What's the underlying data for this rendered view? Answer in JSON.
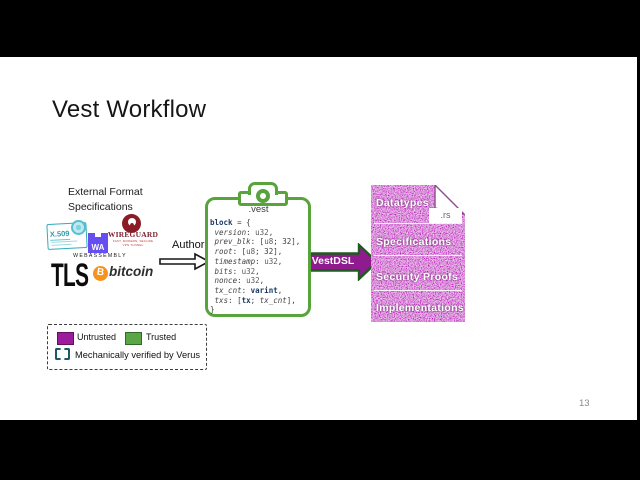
{
  "slide": {
    "title": "Vest Workflow",
    "page_number": "13"
  },
  "external_specs": {
    "label_line1": "External Format",
    "label_line2": "Specifications",
    "x509_label": "X.509",
    "wireguard_label": "WIREGUARD",
    "wireguard_tagline": "FAST, MODERN, SECURE VPN TUNNEL",
    "wa_label": "WA",
    "webassembly_label": "WEBASSEMBLY",
    "tls_label": "TLS",
    "bitcoin_symbol": "B",
    "bitcoin_label": "bitcoin"
  },
  "author_arrow": {
    "label": "Author"
  },
  "vest_file": {
    "filename": ".vest",
    "code": [
      [
        [
          "k",
          "block"
        ],
        [
          "p",
          " = {"
        ]
      ],
      [
        [
          "p",
          " "
        ],
        [
          "f",
          "version"
        ],
        [
          "p",
          ": "
        ],
        [
          "t",
          "u32"
        ],
        [
          "p",
          ","
        ]
      ],
      [
        [
          "p",
          " "
        ],
        [
          "f",
          "prev_blk"
        ],
        [
          "p",
          ": ["
        ],
        [
          "t",
          "u8"
        ],
        [
          "p",
          "; 32],"
        ]
      ],
      [
        [
          "p",
          " "
        ],
        [
          "f",
          "root"
        ],
        [
          "p",
          ": ["
        ],
        [
          "t",
          "u8"
        ],
        [
          "p",
          "; 32],"
        ]
      ],
      [
        [
          "p",
          " "
        ],
        [
          "f",
          "timestamp"
        ],
        [
          "p",
          ": "
        ],
        [
          "t",
          "u32"
        ],
        [
          "p",
          ","
        ]
      ],
      [
        [
          "p",
          " "
        ],
        [
          "f",
          "bits"
        ],
        [
          "p",
          ": "
        ],
        [
          "t",
          "u32"
        ],
        [
          "p",
          ","
        ]
      ],
      [
        [
          "p",
          " "
        ],
        [
          "f",
          "nonce"
        ],
        [
          "p",
          ": "
        ],
        [
          "t",
          "u32"
        ],
        [
          "p",
          ","
        ]
      ],
      [
        [
          "p",
          " "
        ],
        [
          "f",
          "tx_cnt"
        ],
        [
          "p",
          ": "
        ],
        [
          "b",
          "varint"
        ],
        [
          "p",
          ","
        ]
      ],
      [
        [
          "p",
          " "
        ],
        [
          "f",
          "txs"
        ],
        [
          "p",
          ": ["
        ],
        [
          "b",
          "tx"
        ],
        [
          "p",
          "; "
        ],
        [
          "f",
          "tx_cnt"
        ],
        [
          "p",
          "],"
        ]
      ],
      [
        [
          "p",
          "}"
        ]
      ]
    ]
  },
  "vestdsl_arrow": {
    "label": "VestDSL"
  },
  "output_doc": {
    "file_ext": ".rs",
    "sections": [
      "Datatypes",
      "Specifications",
      "Security Proofs",
      "Implementations"
    ]
  },
  "legend": {
    "untrusted_label": "Untrusted",
    "trusted_label": "Trusted",
    "verified_label": "Mechanically verified by Verus"
  },
  "icons": {
    "x509": "certificate-icon",
    "wireguard": "wireguard-logo",
    "webassembly": "webassembly-logo",
    "bitcoin": "bitcoin-logo",
    "clipboard": "vest-clipboard-icon",
    "rust_file": "rust-file-icon"
  },
  "colors": {
    "trusted_green": "#57a33c",
    "untrusted_purple": "#9c1b9c",
    "verus_teal": "#1c5a68",
    "wireguard_red": "#8b1c26",
    "wasm_purple": "#654ff0",
    "bitcoin_orange": "#f7931a",
    "x509_teal": "#35a9bd"
  }
}
